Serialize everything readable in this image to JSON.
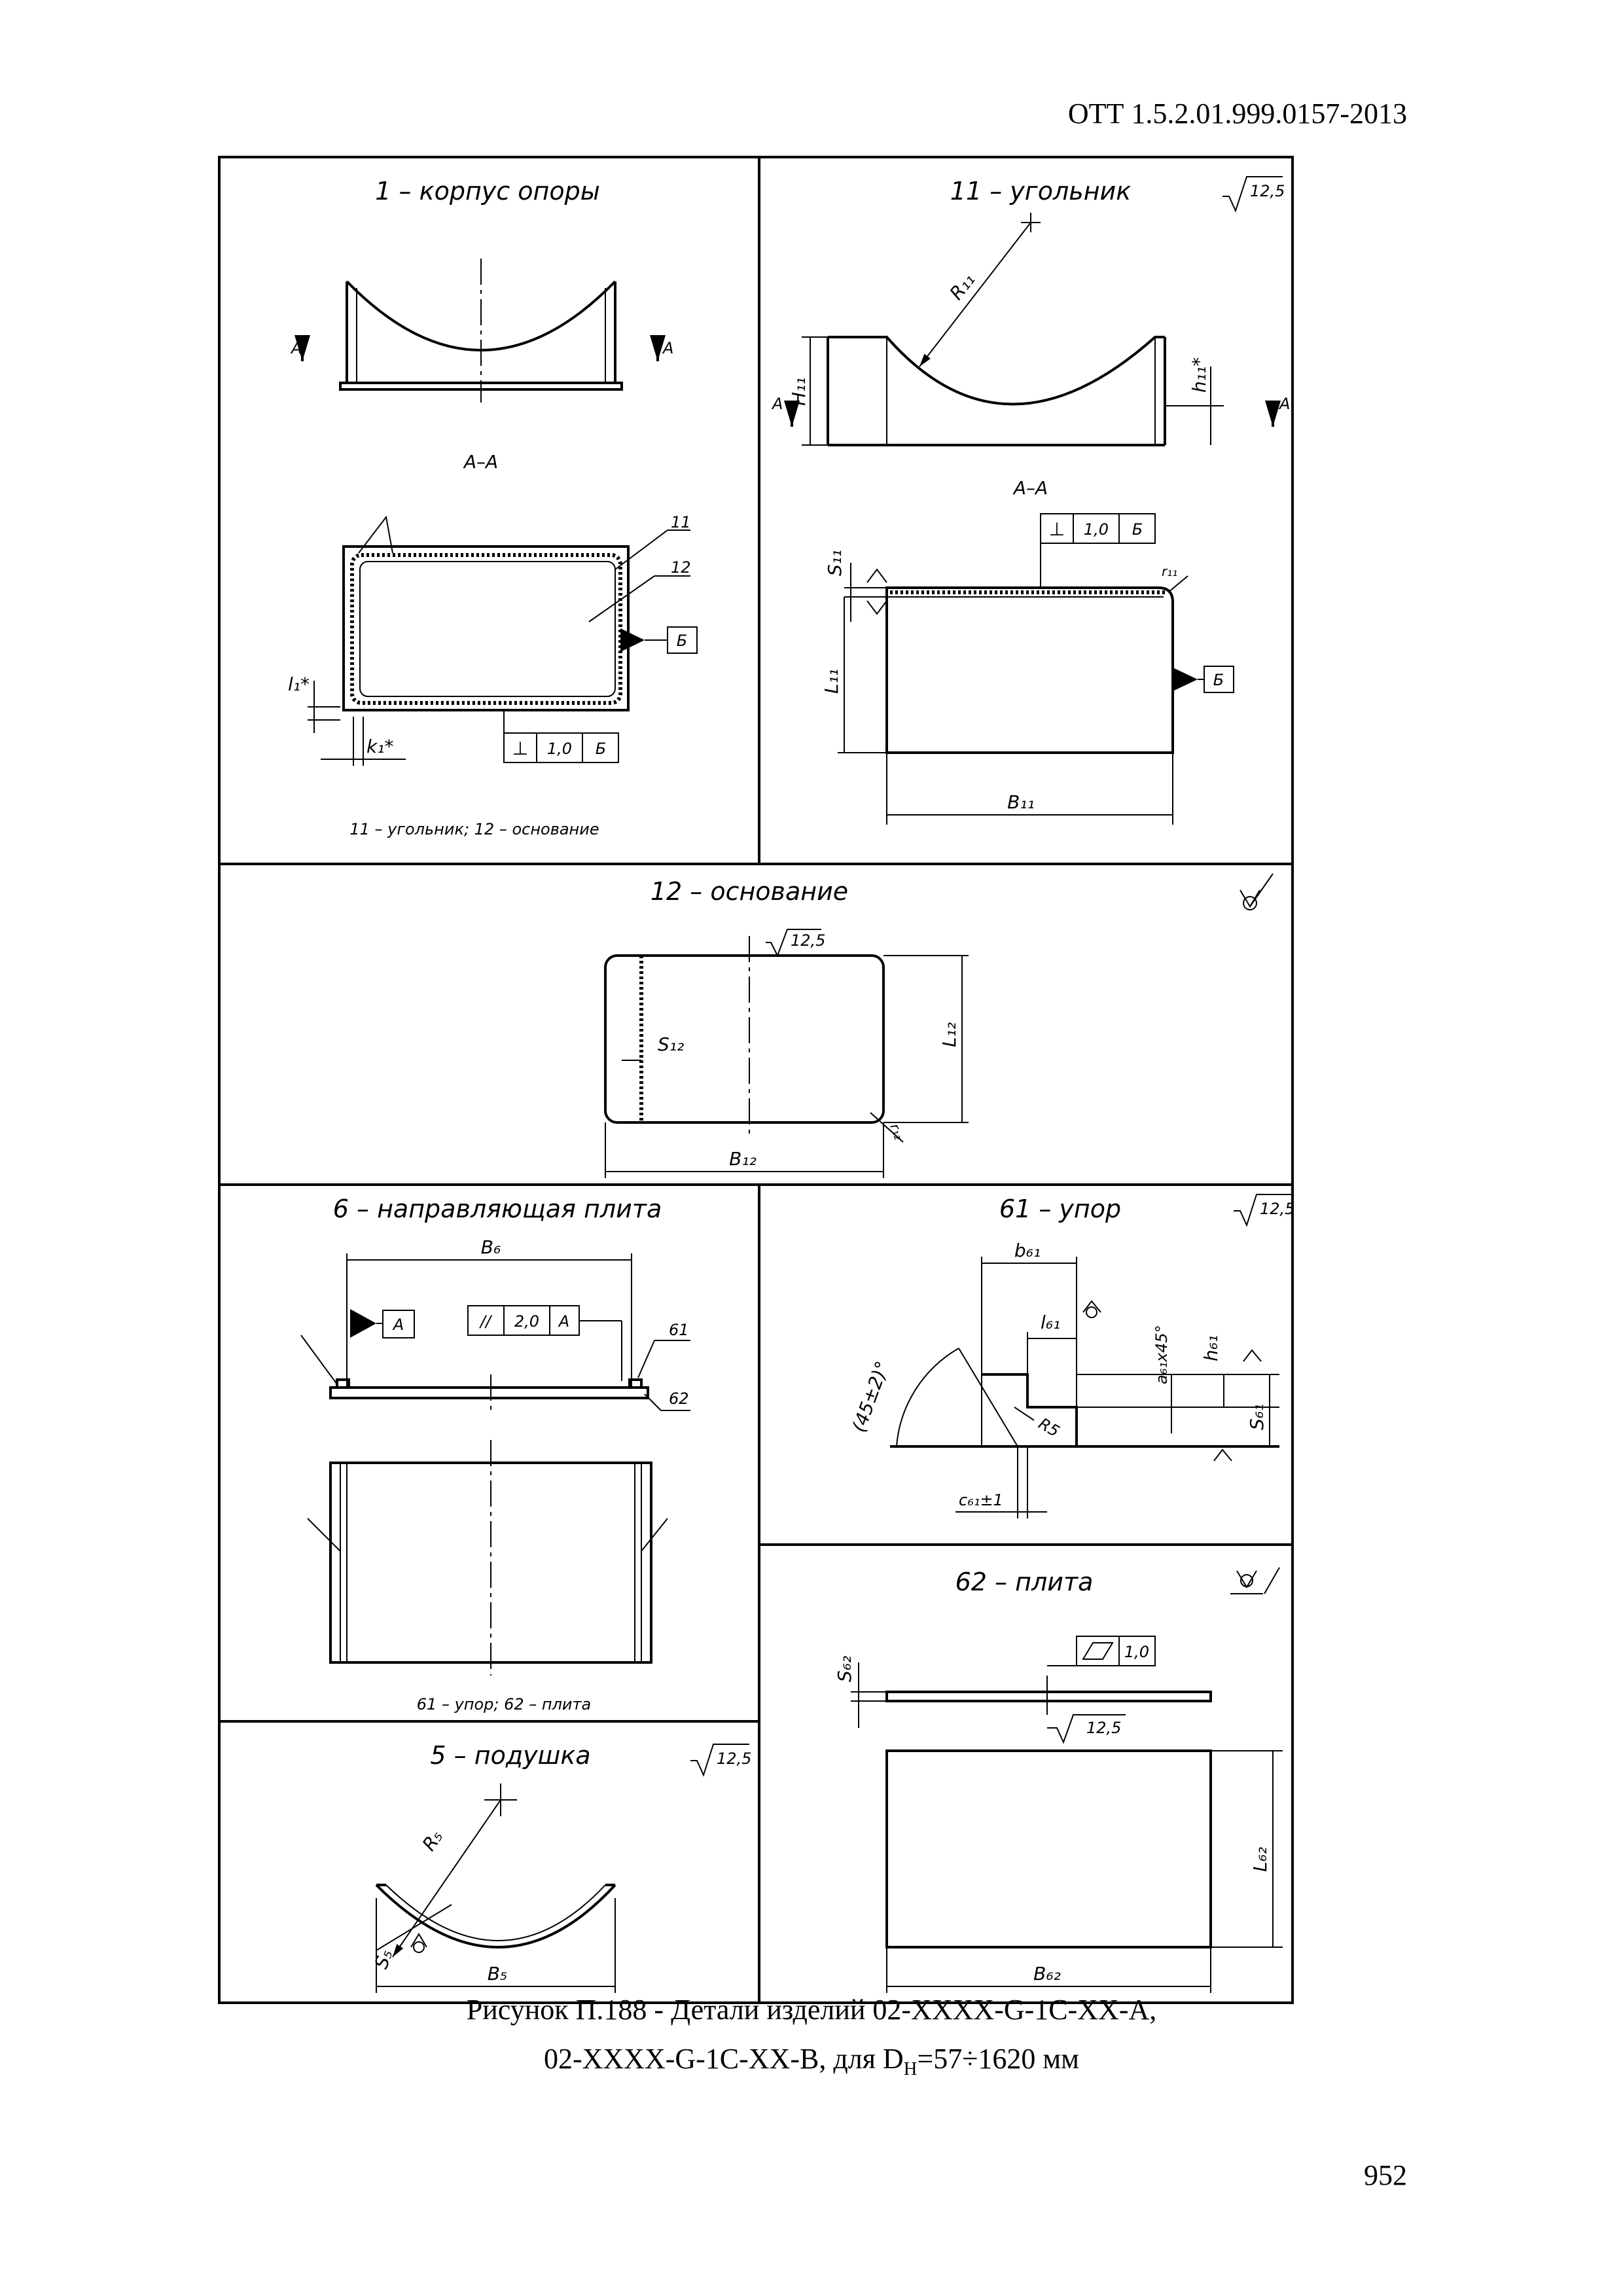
{
  "header": {
    "doc_code": "ОТТ 1.5.2.01.999.0157-2013"
  },
  "panels": {
    "p1": {
      "title": "1 – корпус опоры",
      "section": "А–А",
      "section_mark": "А",
      "items": [
        "11",
        "12"
      ],
      "datum": "Б",
      "tolerance_value": "1,0",
      "tolerance_symbol": "⊥",
      "dim_l": "l₁*",
      "dim_k": "k₁*",
      "legend": "11 – угольник; 12 – основание"
    },
    "p11": {
      "title": "11 – угольник",
      "roughness": "12,5",
      "section": "А–А",
      "section_mark": "А",
      "dim_R": "R₁₁",
      "dim_H": "H₁₁",
      "dim_h": "h₁₁*",
      "dim_S": "S₁₁",
      "dim_L": "L₁₁",
      "dim_B": "B₁₁",
      "dim_r": "r₁₁",
      "datum": "Б",
      "tolerance_value": "1,0",
      "tolerance_symbol": "⊥"
    },
    "p12": {
      "title": "12 – основание",
      "roughness": "12,5",
      "dim_S": "S₁₂",
      "dim_L": "L₁₂",
      "dim_B": "B₁₂",
      "dim_r": "r₁₂"
    },
    "p6": {
      "title": "6 – направляющая плита",
      "dim_B": "B₆",
      "datum": "А",
      "tolerance_symbol": "//",
      "tolerance_value": "2,0",
      "items": [
        "61",
        "62"
      ],
      "legend": "61 – упор; 62 – плита"
    },
    "p61": {
      "title": "61 – упор",
      "roughness": "12,5",
      "dim_b": "b₆₁",
      "dim_l": "l₆₁",
      "dim_a": "a₆₁x45°",
      "dim_h": "h₆₁",
      "dim_S": "S₆₁",
      "dim_angle": "(45±2)°",
      "dim_R": "R5",
      "dim_c": "c₆₁±1"
    },
    "p62": {
      "title": "62 – плита",
      "roughness": "12,5",
      "dim_S": "S₆₂",
      "tolerance_value": "1,0",
      "dim_L": "L₆₂",
      "dim_B": "B₆₂"
    },
    "p5": {
      "title": "5 – подушка",
      "roughness": "12,5",
      "dim_R": "R₅",
      "dim_S": "S₅",
      "dim_B": "B₅"
    }
  },
  "caption": {
    "line1": "Рисунок П.188 - Детали изделий 02-XXXX-G-1C-XX-A,",
    "line2": "02-XXXX-G-1C-XX-B, для D",
    "line2_sub": "Н",
    "line2_tail": "=57÷1620 мм"
  },
  "page_number": "952"
}
